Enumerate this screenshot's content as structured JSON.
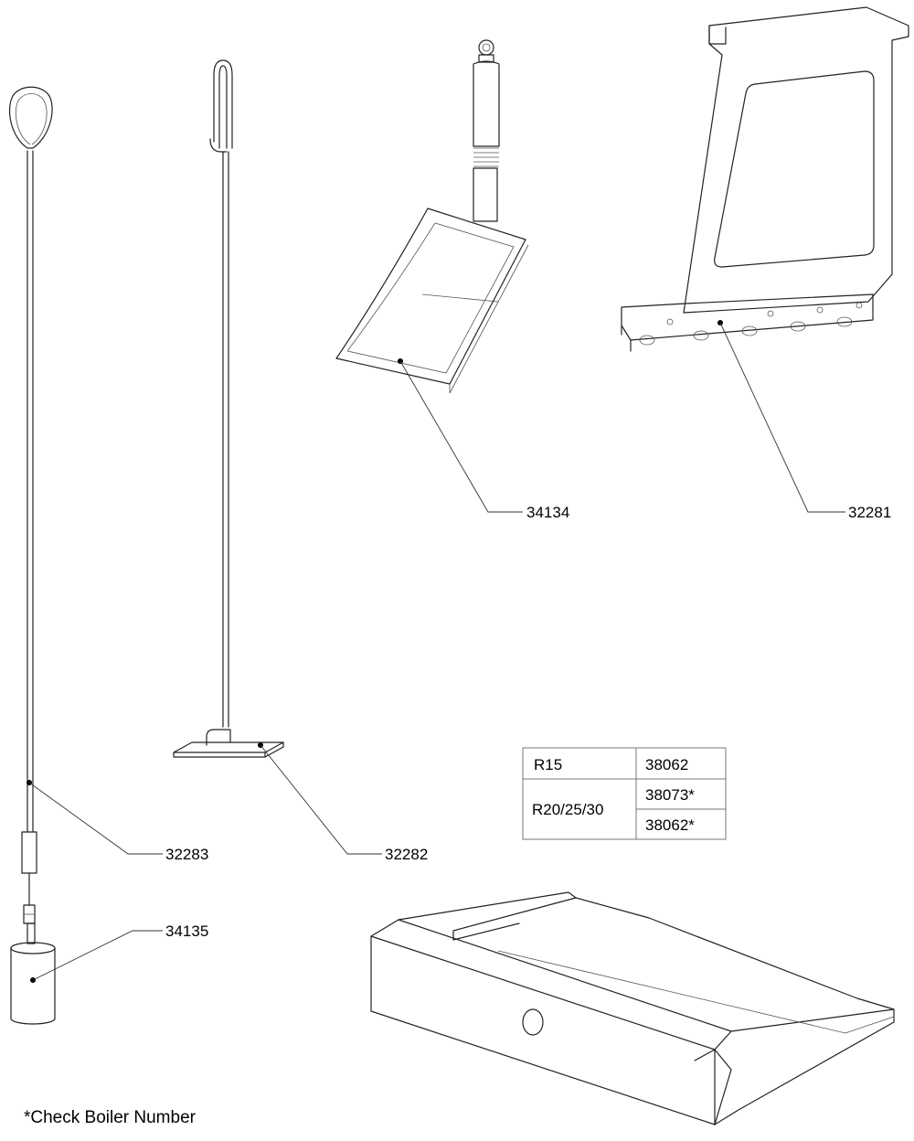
{
  "part_labels": {
    "shovel": "34134",
    "bracket": "32281",
    "poker": "32283",
    "scraper": "32282",
    "weight": "34135"
  },
  "table": {
    "row1": {
      "model": "R15",
      "part": "38062"
    },
    "row2": {
      "model": "R20/25/30",
      "part_a": "38073*",
      "part_b": "38062*"
    }
  },
  "footnote": "*Check Boiler Number"
}
